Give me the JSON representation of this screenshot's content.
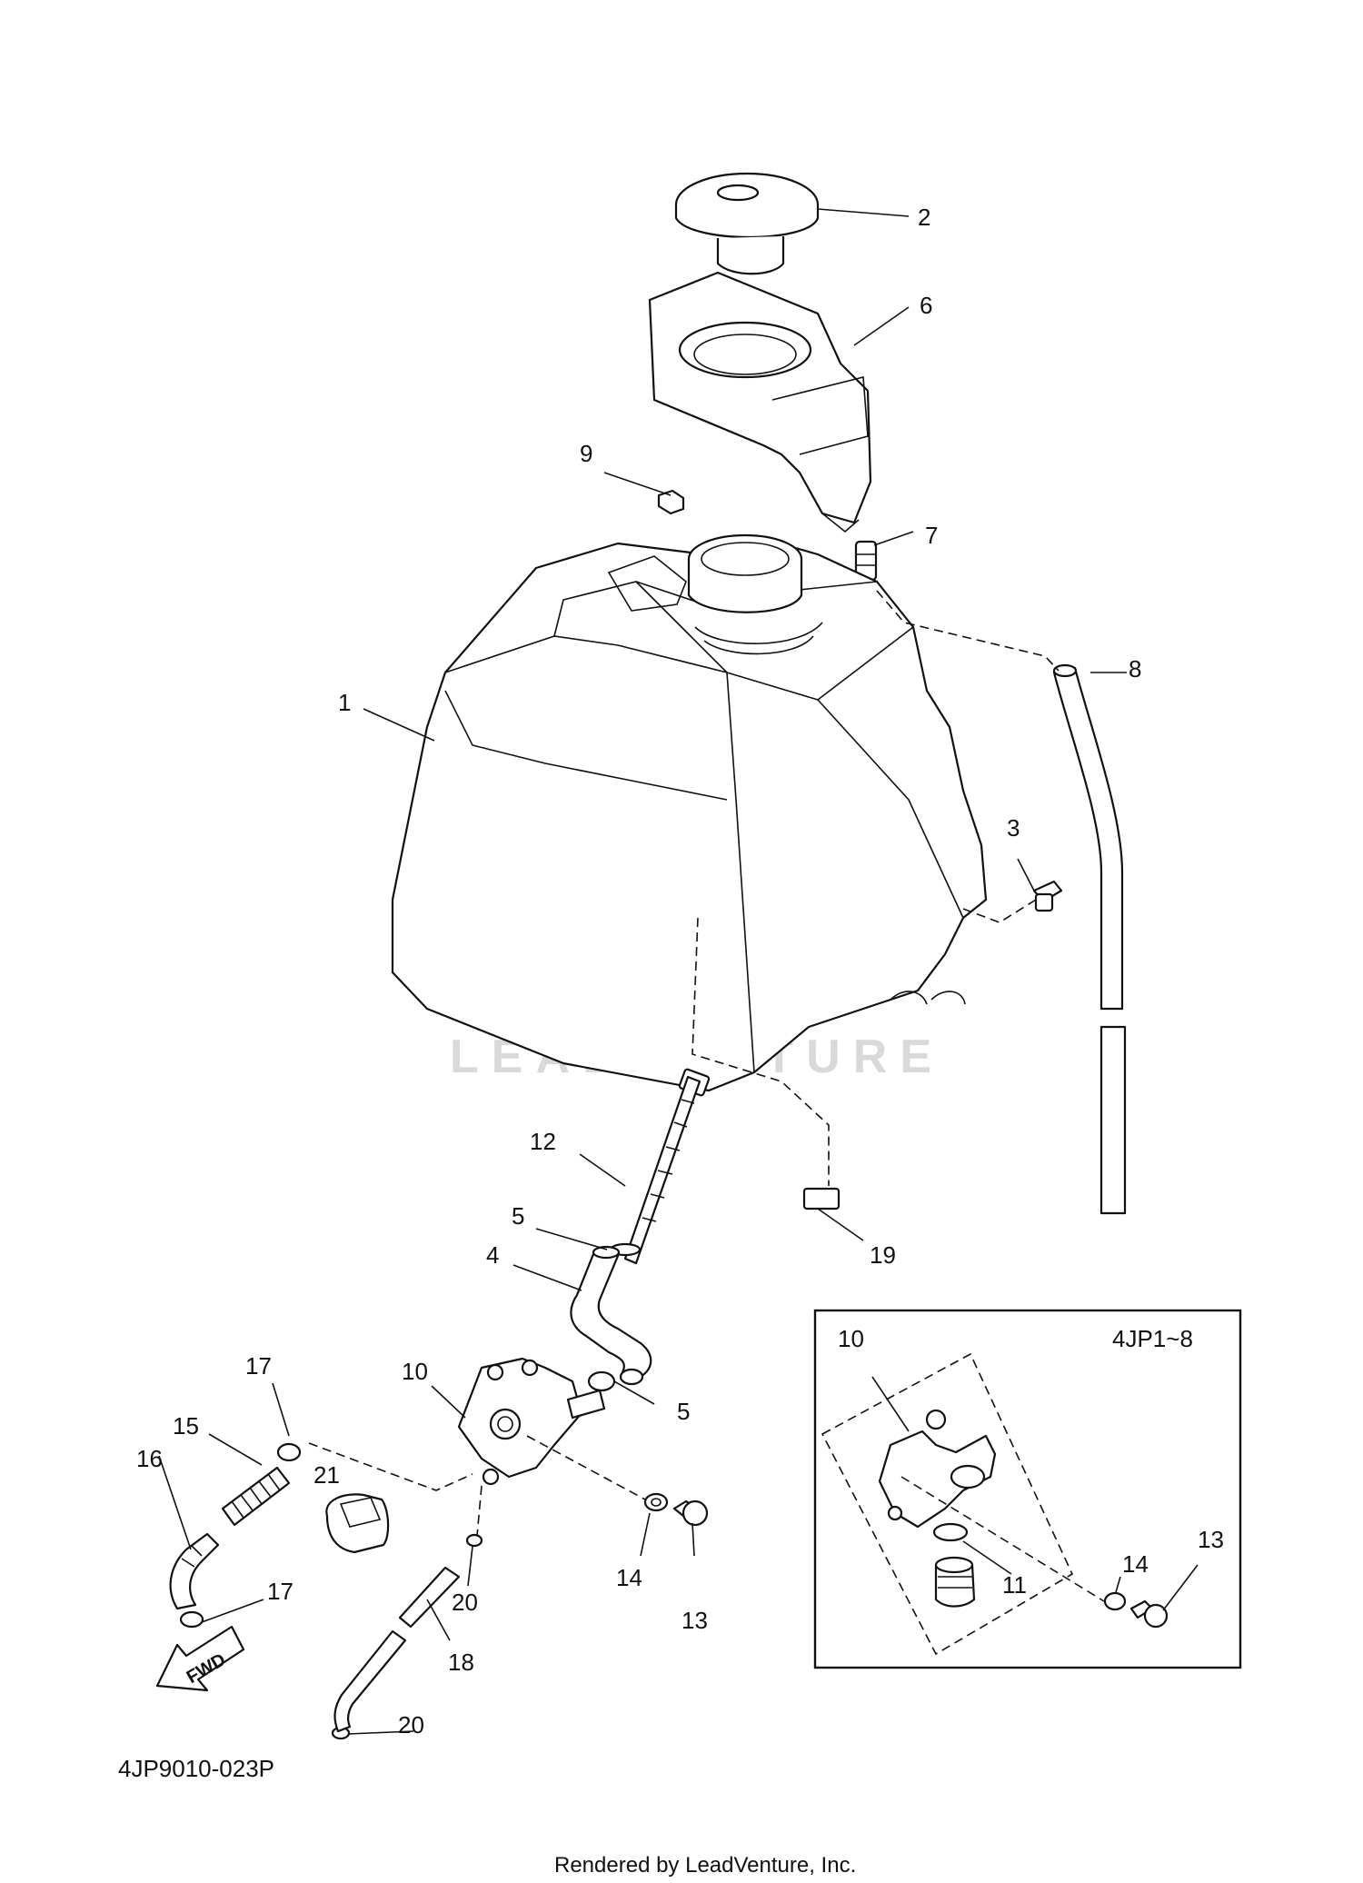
{
  "diagram": {
    "watermark": "LEADVENTURE",
    "drawing_code": "4JP9010-023P",
    "footer": "Rendered by LeadVenture, Inc.",
    "forward_arrow_label": "FWD",
    "inset_label": "4JP1~8",
    "callouts": [
      {
        "id": "c2",
        "label": "2"
      },
      {
        "id": "c6",
        "label": "6"
      },
      {
        "id": "c9",
        "label": "9"
      },
      {
        "id": "c7",
        "label": "7"
      },
      {
        "id": "c8",
        "label": "8"
      },
      {
        "id": "c1",
        "label": "1"
      },
      {
        "id": "c3",
        "label": "3"
      },
      {
        "id": "c12",
        "label": "12"
      },
      {
        "id": "c5a",
        "label": "5"
      },
      {
        "id": "c19",
        "label": "19"
      },
      {
        "id": "c4",
        "label": "4"
      },
      {
        "id": "c10",
        "label": "10"
      },
      {
        "id": "c5b",
        "label": "5"
      },
      {
        "id": "c17a",
        "label": "17"
      },
      {
        "id": "c15",
        "label": "15"
      },
      {
        "id": "c16",
        "label": "16"
      },
      {
        "id": "c21",
        "label": "21"
      },
      {
        "id": "c14",
        "label": "14"
      },
      {
        "id": "c13",
        "label": "13"
      },
      {
        "id": "c20a",
        "label": "20"
      },
      {
        "id": "c17b",
        "label": "17"
      },
      {
        "id": "c18",
        "label": "18"
      },
      {
        "id": "c20b",
        "label": "20"
      },
      {
        "id": "c10i",
        "label": "10"
      },
      {
        "id": "c14i",
        "label": "14"
      },
      {
        "id": "c13i",
        "label": "13"
      },
      {
        "id": "c11i",
        "label": "11"
      }
    ]
  }
}
